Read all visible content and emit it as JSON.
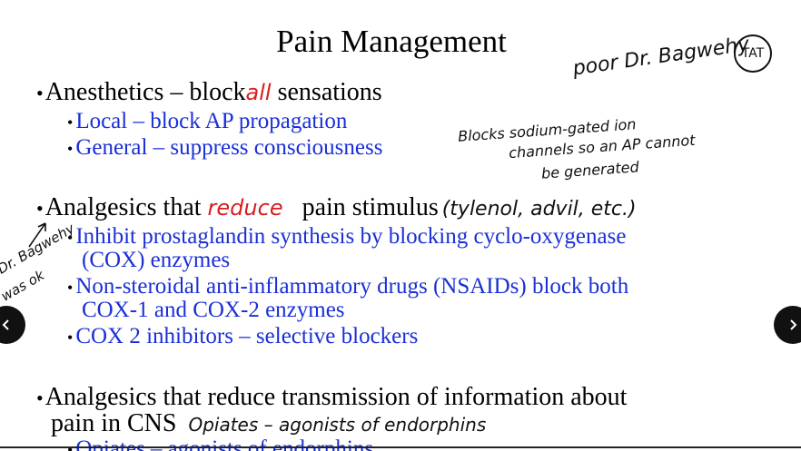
{
  "slide": {
    "title": "Pain Management",
    "sections": [
      {
        "heading_parts": [
          "Anesthetics – block",
          "all",
          "sensations"
        ],
        "items": [
          "Local – block AP propagation",
          "General – suppress consciousness"
        ]
      },
      {
        "heading_parts": [
          "Analgesics that",
          "reduce",
          "pain stimulus",
          "(tylenol, advil, etc.)"
        ],
        "items": [
          [
            "Inhibit prostaglandin synthesis by blocking  cyclo-oxygenase",
            "(COX) enzymes"
          ],
          [
            "Non-steroidal anti-inflammatory drugs (NSAIDs) block both",
            "COX-1 and COX-2 enzymes"
          ],
          [
            "COX 2 inhibitors – selective blockers"
          ]
        ]
      },
      {
        "heading_lines": [
          "Analgesics that reduce transmission of information about",
          "pain in CNS"
        ],
        "handwritten_inline": "Opiates –  agonists of endorphins",
        "items": [
          "Opiates – agonists of endorphins"
        ]
      }
    ]
  },
  "annotations": {
    "top_right_note": "poor Dr. Bagwehy",
    "emoticon": "TAT",
    "sodium_note": [
      "Blocks sodium-gated ion",
      "channels so an AP cannot",
      "be generated"
    ],
    "left_margin_note": [
      "Dr. Bagwehy",
      "was ok"
    ]
  },
  "nav": {
    "prev_icon": "chevron-left-icon",
    "next_icon": "chevron-right-icon"
  }
}
